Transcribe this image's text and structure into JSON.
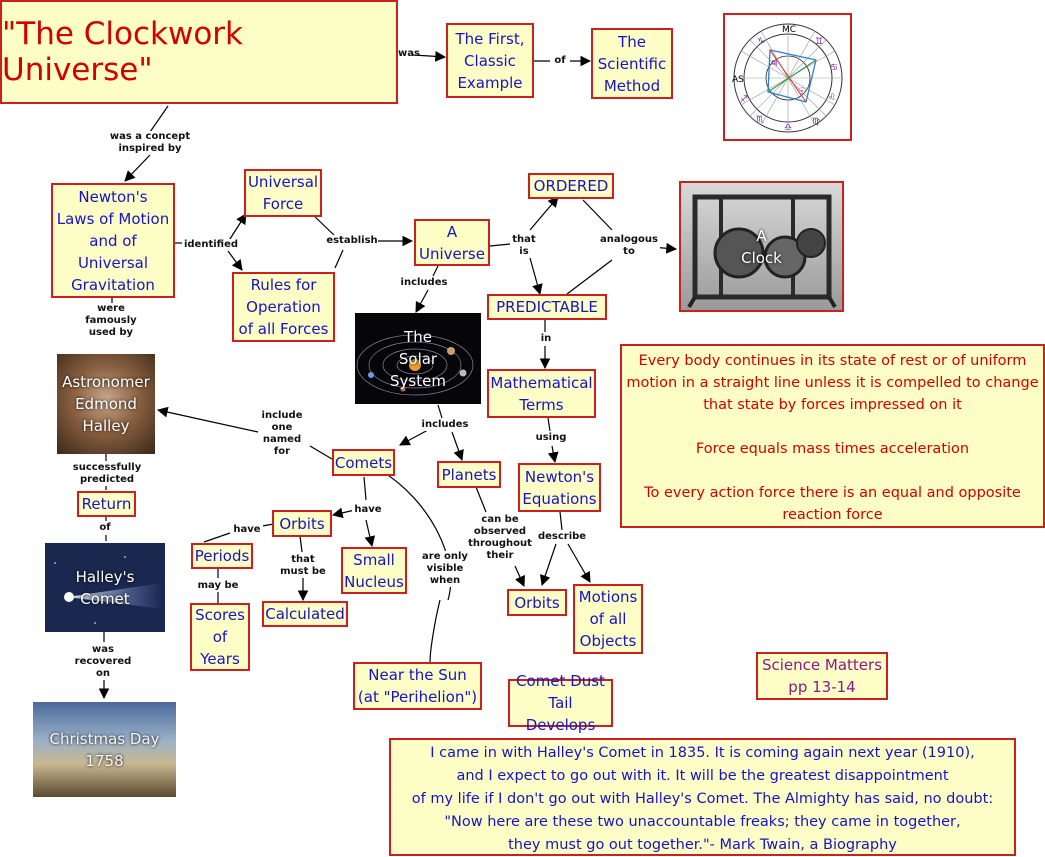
{
  "title": "\"The Clockwork Universe\"",
  "nodes": {
    "first_example": [
      "The First,",
      "Classic",
      "Example"
    ],
    "scientific_method": [
      "The",
      "Scientific",
      "Method"
    ],
    "newtons_laws": [
      "Newton's",
      "Laws of Motion",
      "and of",
      "Universal",
      "Gravitation"
    ],
    "universal_force": [
      "Universal",
      "Force"
    ],
    "rules": [
      "Rules for",
      "Operation",
      "of all Forces"
    ],
    "a_universe": [
      "A",
      "Universe"
    ],
    "ordered": [
      "ORDERED"
    ],
    "predictable": [
      "PREDICTABLE"
    ],
    "math_terms": [
      "Mathematical",
      "Terms"
    ],
    "newtons_equations": [
      "Newton's",
      "Equations"
    ],
    "comets": [
      "Comets"
    ],
    "planets": [
      "Planets"
    ],
    "orbits_left": [
      "Orbits"
    ],
    "periods": [
      "Periods"
    ],
    "scores": [
      "Scores",
      "of",
      "Years"
    ],
    "calculated": [
      "Calculated"
    ],
    "small_nucleus": [
      "Small",
      "Nucleus"
    ],
    "orbits_right": [
      "Orbits"
    ],
    "motions": [
      "Motions",
      "of all",
      "Objects"
    ],
    "near_sun": [
      "Near the Sun",
      "(at \"Perihelion\")"
    ],
    "comet_dust": [
      "Comet Dust",
      "Tail Develops"
    ],
    "return": [
      "Return"
    ],
    "science_matters": [
      "Science Matters",
      "pp 13-14"
    ]
  },
  "images": {
    "clock": [
      "A",
      "Clock"
    ],
    "solar_system": [
      "The",
      "Solar",
      "System"
    ],
    "halley": [
      "Astronomer",
      "Edmond",
      "Halley"
    ],
    "halleys_comet": [
      "Halley's",
      "Comet"
    ],
    "christmas": [
      "Christmas Day",
      "1758"
    ],
    "zodiac_labels": [
      "MC",
      "AS"
    ]
  },
  "links": {
    "was": "was",
    "of_1": "of",
    "concept": [
      "was a concept",
      "inspired by"
    ],
    "identified": "identified",
    "establish": "establish",
    "that_is": [
      "that",
      "is"
    ],
    "analogous": [
      "analogous",
      "to"
    ],
    "includes_1": "includes",
    "in": "in",
    "using": "using",
    "famously": [
      "were",
      "famously",
      "used by"
    ],
    "include_one": [
      "include",
      "one",
      "named",
      "for"
    ],
    "includes_2": "includes",
    "successfully": [
      "successfully",
      "predicted"
    ],
    "of_2": "of",
    "have_1": "have",
    "have_2": "have",
    "that_must": [
      "that",
      "must be"
    ],
    "may_be": "may be",
    "only_visible": [
      "are only",
      "visible",
      "when"
    ],
    "observed": [
      "can be",
      "observed",
      "throughout",
      "their"
    ],
    "describe": "describe",
    "recovered": [
      "was",
      "recovered",
      "on"
    ]
  },
  "facts": [
    "Every body continues in its state of rest or of uniform",
    "motion in a straight line unless it is compelled to change",
    "that state by forces impressed on it",
    "",
    "Force equals mass times acceleration",
    "",
    "To every action force there is an equal and opposite",
    "reaction force"
  ],
  "quote": [
    "I came in with Halley's Comet in 1835. It is coming again next year (1910),",
    "and I expect to go out with it.  It will be the greatest disappointment",
    "of my life if I don't go out with Halley's Comet. The Almighty has said, no doubt:",
    "\"Now here are these two unaccountable freaks; they came in together,",
    "they must go out together.\"- Mark Twain, a Biography"
  ],
  "colors": {
    "node_fill": "#fdfdc6",
    "node_border": "#cc1f1f",
    "node_text": "#1515c8",
    "title_text": "#d40000",
    "facts_text": "#d40000",
    "ref_text": "#8a1a8a"
  }
}
